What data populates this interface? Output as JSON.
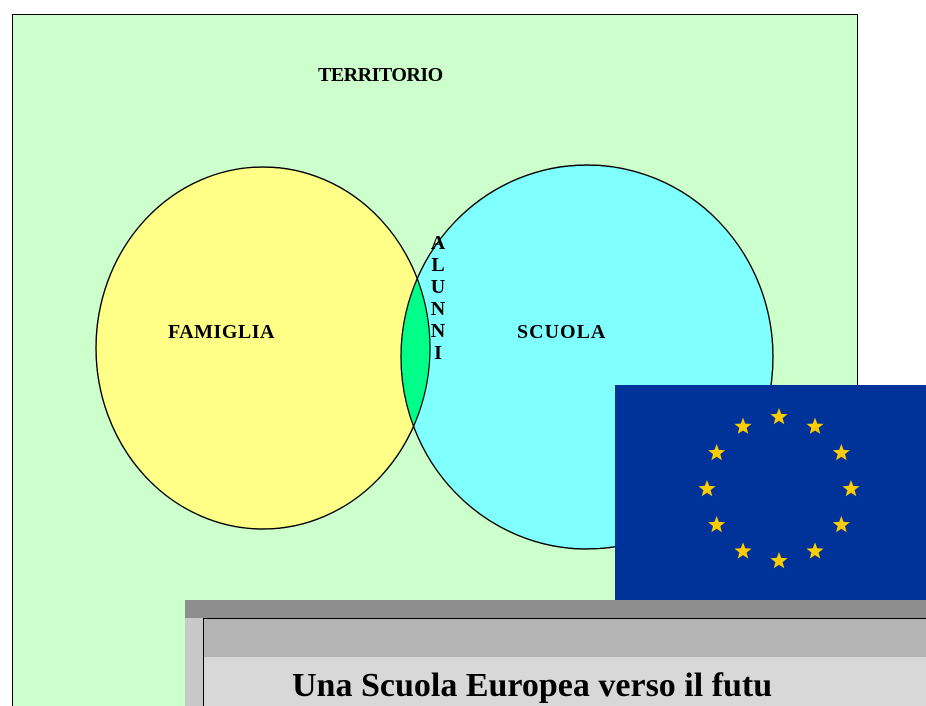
{
  "diagram": {
    "territory": {
      "label": "TERRITORIO",
      "color": "#ccffcc"
    },
    "family": {
      "label": "FAMIGLIA",
      "color": "#ffff88"
    },
    "school": {
      "label": "SCUOLA",
      "color": "#80ffff"
    },
    "students": {
      "label": "ALUNNI",
      "color": "#00ff88"
    }
  },
  "flag": {
    "name": "European Union flag",
    "background": "#003399",
    "star_color": "#ffcc00",
    "star_count": 12
  },
  "banner": {
    "text": "Una Scuola Europea verso il futu"
  }
}
